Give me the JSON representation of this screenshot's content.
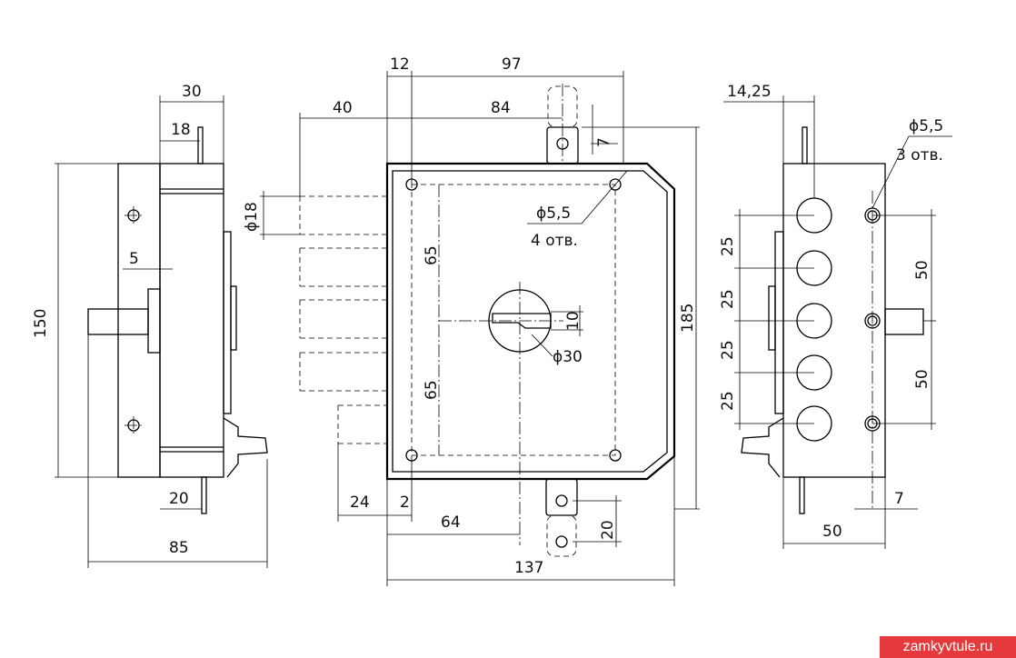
{
  "dimensions": {
    "side_left": {
      "width_top": "30",
      "offset_18": "18",
      "height": "150",
      "bolt_5": "5",
      "bottom_20": "20",
      "total_85": "85"
    },
    "front": {
      "top_12": "12",
      "top_97": "97",
      "top_40": "40",
      "top_84": "84",
      "dim_7": "7",
      "hole_d18": "ϕ18",
      "hole_d55": "ϕ5,5",
      "holes_4": "4 отв.",
      "v65_top": "65",
      "v65_bottom": "65",
      "key_10": "10",
      "key_d30": "ϕ30",
      "height_185": "185",
      "bottom_24": "24",
      "bottom_2": "2",
      "bottom_64": "64",
      "bottom_20": "20",
      "width_137": "137"
    },
    "side_right": {
      "top_1425": "14,25",
      "hole_d55": "ϕ5,5",
      "holes_3": "3 отв.",
      "p25_1": "25",
      "p25_2": "25",
      "p25_3": "25",
      "p25_4": "25",
      "v50_top": "50",
      "v50_bottom": "50",
      "dim_7": "7",
      "width_50": "50"
    }
  },
  "watermark": "zamkyvtule.ru"
}
